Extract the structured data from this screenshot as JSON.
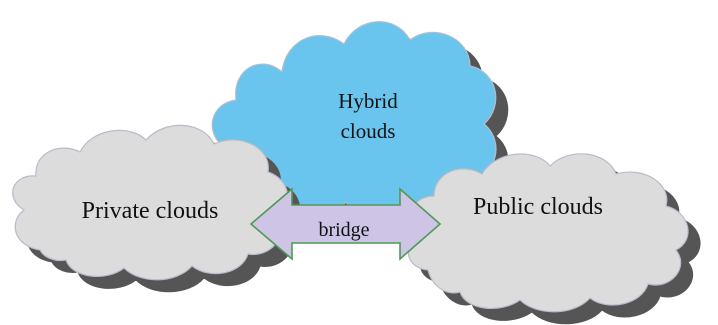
{
  "clouds": {
    "hybrid": {
      "line1": "Hybrid",
      "line2": "clouds",
      "fill": "#69C5EE"
    },
    "private": {
      "label": "Private clouds",
      "fill": "#DCDCDC"
    },
    "public": {
      "label": "Public clouds",
      "fill": "#DCDCDC"
    },
    "outline": "#B7BCCB",
    "shadow": "#555555"
  },
  "bridge": {
    "label": "bridge",
    "fill": "#CDC4E6",
    "stroke": "#4E9A56"
  }
}
